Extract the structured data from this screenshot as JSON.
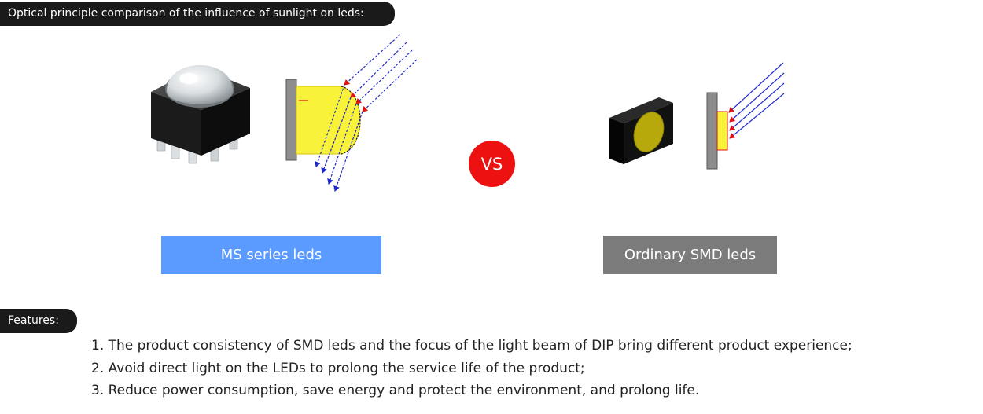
{
  "header": {
    "title": "Optical principle comparison of the influence of sunlight on leds:"
  },
  "vs_badge": "VS",
  "left_panel": {
    "label": "MS series leds",
    "label_color": "#5b9bff"
  },
  "right_panel": {
    "label": "Ordinary SMD leds",
    "label_color": "#7b7b7b"
  },
  "features": {
    "title": "Features:",
    "items": [
      "1. The product consistency of SMD leds and the focus of the light beam of DIP bring different product experience;",
      "2. Avoid direct light on the LEDs to prolong the service life of the product;",
      "3. Reduce power consumption, save energy and protect the environment, and prolong life."
    ]
  },
  "colors": {
    "ray": "#1f2ad1",
    "reflect_tip": "#e01010",
    "lens": "#f8f23a",
    "vs": "#ee1111",
    "tag_bg": "#1a1a1a"
  }
}
